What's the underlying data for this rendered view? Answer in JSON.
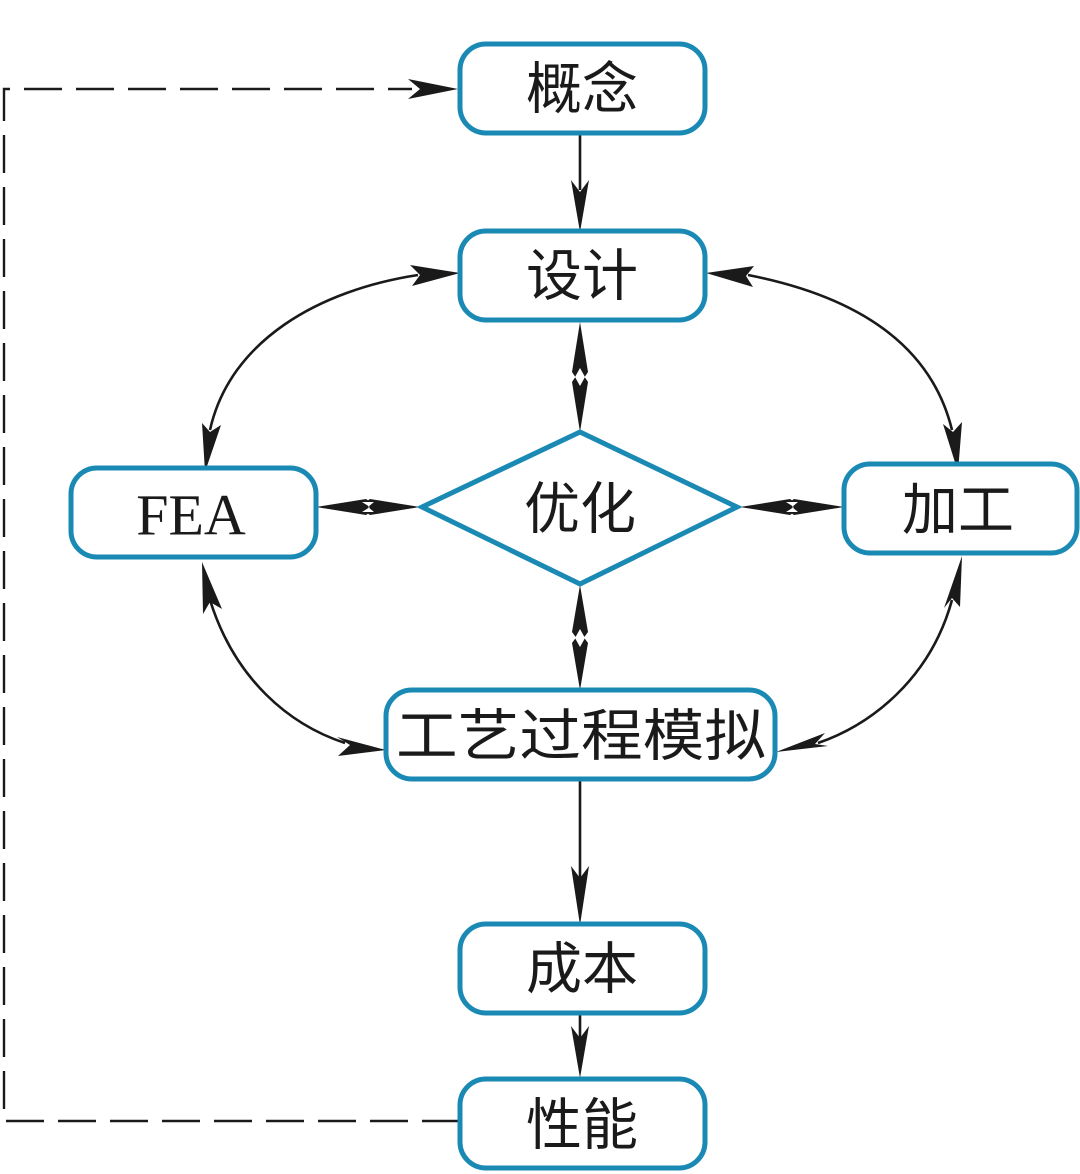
{
  "diagram": {
    "type": "flowchart",
    "colors": {
      "accent": "#1a8ab5",
      "line": "#1a1a1a",
      "background": "#ffffff"
    },
    "nodes": {
      "concept": {
        "label": "概念",
        "shape": "rounded-rect"
      },
      "design": {
        "label": "设计",
        "shape": "rounded-rect"
      },
      "fea": {
        "label": "FEA",
        "shape": "rounded-rect"
      },
      "optimization": {
        "label": "优化",
        "shape": "diamond"
      },
      "machining": {
        "label": "加工",
        "shape": "rounded-rect"
      },
      "process_simulation": {
        "label": "工艺过程模拟",
        "shape": "rounded-rect"
      },
      "cost": {
        "label": "成本",
        "shape": "rounded-rect"
      },
      "performance": {
        "label": "性能",
        "shape": "rounded-rect"
      }
    },
    "edges": [
      {
        "from": "concept",
        "to": "design",
        "direction": "forward",
        "style": "solid"
      },
      {
        "from": "design",
        "to": "optimization",
        "direction": "both",
        "style": "solid"
      },
      {
        "from": "design",
        "to": "fea",
        "direction": "both",
        "style": "solid-curved"
      },
      {
        "from": "design",
        "to": "machining",
        "direction": "both",
        "style": "solid-curved"
      },
      {
        "from": "fea",
        "to": "optimization",
        "direction": "both",
        "style": "solid"
      },
      {
        "from": "machining",
        "to": "optimization",
        "direction": "both",
        "style": "solid"
      },
      {
        "from": "optimization",
        "to": "process_simulation",
        "direction": "both",
        "style": "solid"
      },
      {
        "from": "fea",
        "to": "process_simulation",
        "direction": "both",
        "style": "solid-curved"
      },
      {
        "from": "machining",
        "to": "process_simulation",
        "direction": "both",
        "style": "solid-curved"
      },
      {
        "from": "process_simulation",
        "to": "cost",
        "direction": "forward",
        "style": "solid"
      },
      {
        "from": "cost",
        "to": "performance",
        "direction": "forward",
        "style": "solid"
      },
      {
        "from": "performance",
        "to": "concept",
        "direction": "forward",
        "style": "dashed-feedback"
      }
    ]
  }
}
